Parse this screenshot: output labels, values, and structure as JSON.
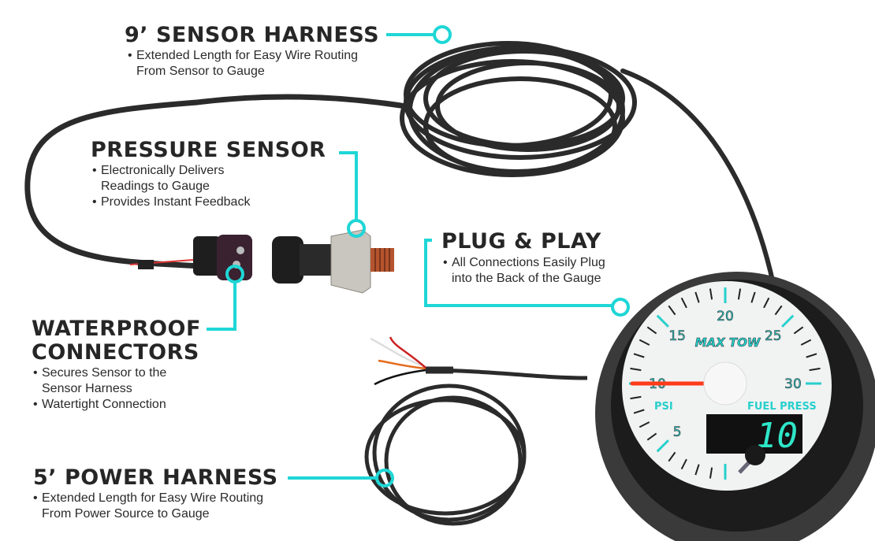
{
  "colors": {
    "accent": "#1fd6d6",
    "cable": "#2b2b2b",
    "needle": "#ff3b1a",
    "digit": "#2ee6c8"
  },
  "callouts": {
    "sensor_harness": {
      "title": "9’ SENSOR HARNESS",
      "lines": [
        "Extended Length for Easy Wire Routing",
        "From Sensor to Gauge"
      ]
    },
    "pressure_sensor": {
      "title": "PRESSURE SENSOR",
      "lines": [
        "Electronically Delivers",
        "Readings to Gauge",
        "Provides Instant Feedback"
      ]
    },
    "waterproof": {
      "title_1": "WATERPROOF",
      "title_2": "CONNECTORS",
      "lines": [
        "Secures Sensor to the",
        "Sensor Harness",
        "Watertight Connection"
      ]
    },
    "plug_play": {
      "title": "PLUG & PLAY",
      "lines": [
        "All Connections Easily Plug",
        "into the Back of the Gauge"
      ]
    },
    "power_harness": {
      "title": "5’ POWER HARNESS",
      "lines": [
        "Extended Length for Easy Wire Routing",
        "From Power Source to Gauge"
      ]
    }
  },
  "gauge": {
    "brand": "MAX TOW",
    "unit": "PSI",
    "label": "FUEL PRESS",
    "digital_value": "10",
    "needle_value": 10,
    "scale_max": 30,
    "tick_labels": [
      "5",
      "10",
      "15",
      "20",
      "25",
      "30"
    ]
  }
}
